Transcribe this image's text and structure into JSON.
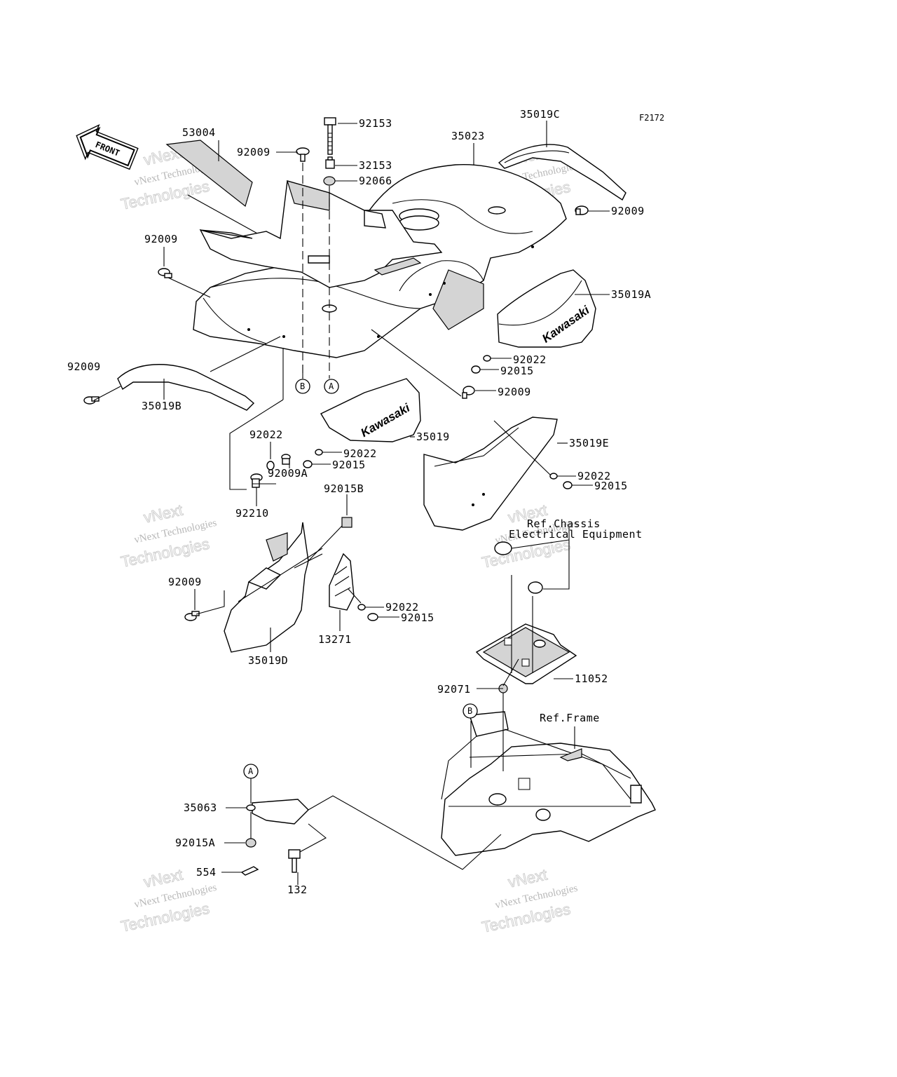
{
  "figure_code": "F2172",
  "front_arrow_label": "FRONT",
  "callouts": {
    "a_label": "A",
    "b_label": "B"
  },
  "brand_logo_text": "Kawasaki",
  "watermark": {
    "line1": "vNext Technologies",
    "line2": "vNext",
    "line3": "Technologies"
  },
  "labels": {
    "p53004": "53004",
    "p92009_top": "92009",
    "p92153": "92153",
    "p32153": "32153",
    "p92066": "92066",
    "p35023": "35023",
    "p35019C": "35019C",
    "p92009_right": "92009",
    "p92009_left": "92009",
    "p35019A": "35019A",
    "p92022_a": "92022",
    "p92015_a": "92015",
    "p92009_mid": "92009",
    "p92009_b": "92009",
    "p35019B": "35019B",
    "p35019": "35019",
    "p92022_b": "92022",
    "p92015_b": "92015",
    "p92022_c": "92022",
    "p92009A": "92009A",
    "p35019E": "35019E",
    "p92022_d": "92022",
    "p92015_d": "92015",
    "p92210": "92210",
    "p92015B": "92015B",
    "ref_chassis_1": "Ref.Chassis",
    "ref_chassis_2": "Electrical Equipment",
    "p92009_d": "92009",
    "p92022_e": "92022",
    "p92015_e": "92015",
    "p13271": "13271",
    "p35019D": "35019D",
    "p11052": "11052",
    "p92071": "92071",
    "ref_frame": "Ref.Frame",
    "p35063": "35063",
    "p92015A": "92015A",
    "p554": "554",
    "p132": "132"
  }
}
